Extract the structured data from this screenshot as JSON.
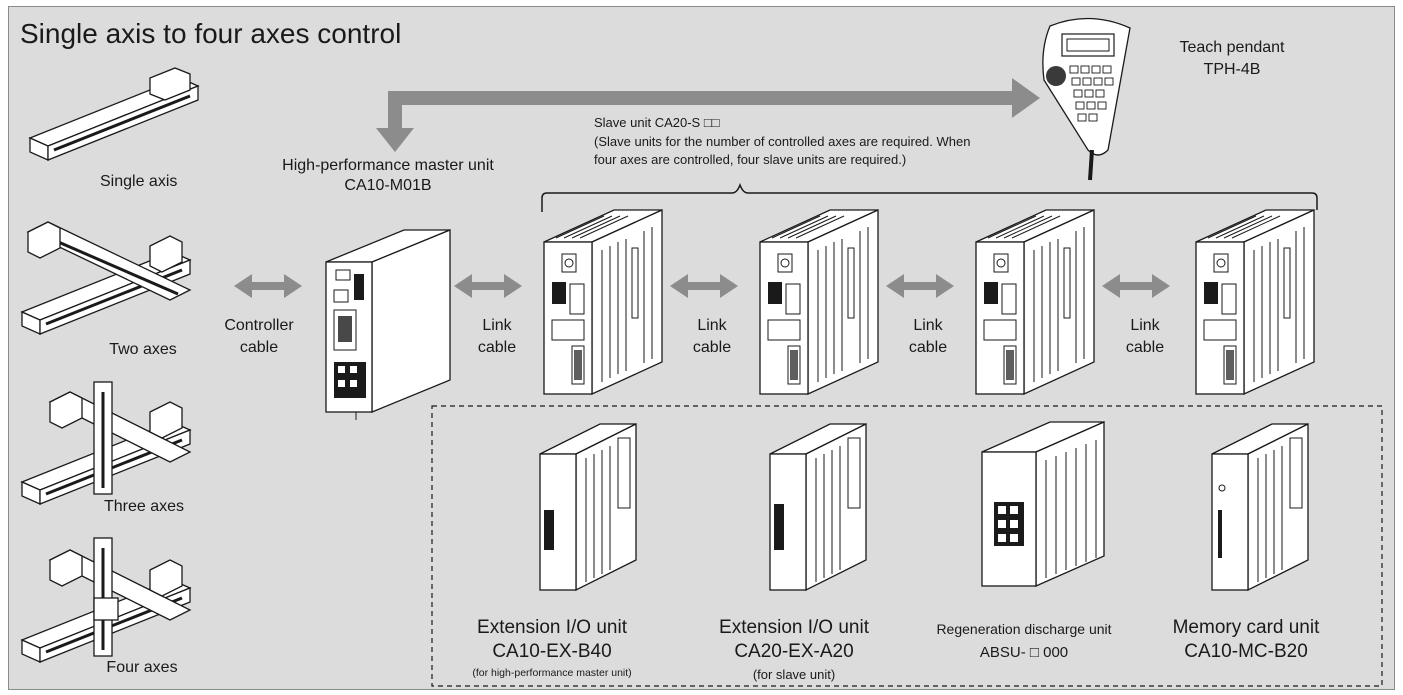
{
  "title": "Single axis to four axes control",
  "axes_configs": [
    {
      "label": "Single axis",
      "icon": "single-axis-actuator-icon"
    },
    {
      "label": "Two axes",
      "icon": "two-axes-actuator-icon"
    },
    {
      "label": "Three axes",
      "icon": "three-axes-actuator-icon"
    },
    {
      "label": "Four axes",
      "icon": "four-axes-actuator-icon"
    }
  ],
  "teach_pendant": {
    "line1": "Teach pendant",
    "line2": "TPH-4B",
    "icon": "teach-pendant-icon"
  },
  "master_unit": {
    "line1": "High-performance master unit",
    "line2": "CA10-M01B",
    "icon": "master-unit-icon"
  },
  "slave_unit": {
    "line1": "Slave unit CA20-S □□",
    "line2": "(Slave units for the number of controlled axes are required. When",
    "line3": "four axes are controlled, four slave units are required.)",
    "icon": "slave-unit-icon"
  },
  "cables": {
    "controller": {
      "line1": "Controller",
      "line2": "cable"
    },
    "link": {
      "line1": "Link",
      "line2": "cable"
    }
  },
  "options": [
    {
      "name": "Extension I/O unit",
      "model": "CA10-EX-B40",
      "note": "(for high-performance master unit)",
      "icon": "extension-io-unit-icon"
    },
    {
      "name": "Extension I/O unit",
      "model": "CA20-EX-A20",
      "note": "(for slave unit)",
      "icon": "extension-io-unit-icon"
    },
    {
      "name": "Regeneration discharge unit",
      "model": "ABSU- □ 000",
      "note": "",
      "icon": "regeneration-discharge-unit-icon"
    },
    {
      "name": "Memory card unit",
      "model": "CA10-MC-B20",
      "note": "",
      "icon": "memory-card-unit-icon"
    }
  ],
  "colors": {
    "background": "#dcdcdc",
    "arrow": "#8c8c8c",
    "line": "#1a1a1a",
    "unit_fill": "#ffffff"
  }
}
